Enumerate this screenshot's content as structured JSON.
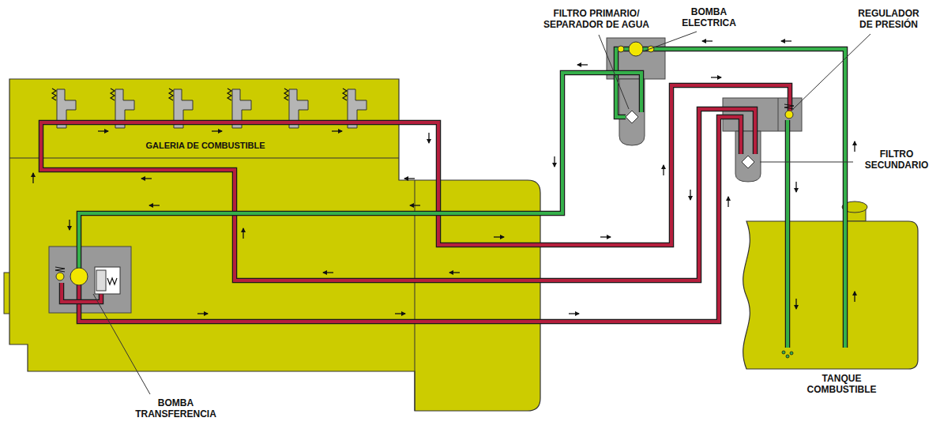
{
  "diagram": {
    "labels": [
      "FILTRO PRIMARIO/ SEPARADOR DE AGUA",
      "BOMBA ELECTRICA",
      "REGULADOR DE PRESIÓN",
      "GALERIA DE COMBUSTIBLE",
      "FILTRO SECUNDARIO",
      "TANQUE COMBUSTIBLE",
      "BOMBA TRANSFERENCIA"
    ]
  }
}
